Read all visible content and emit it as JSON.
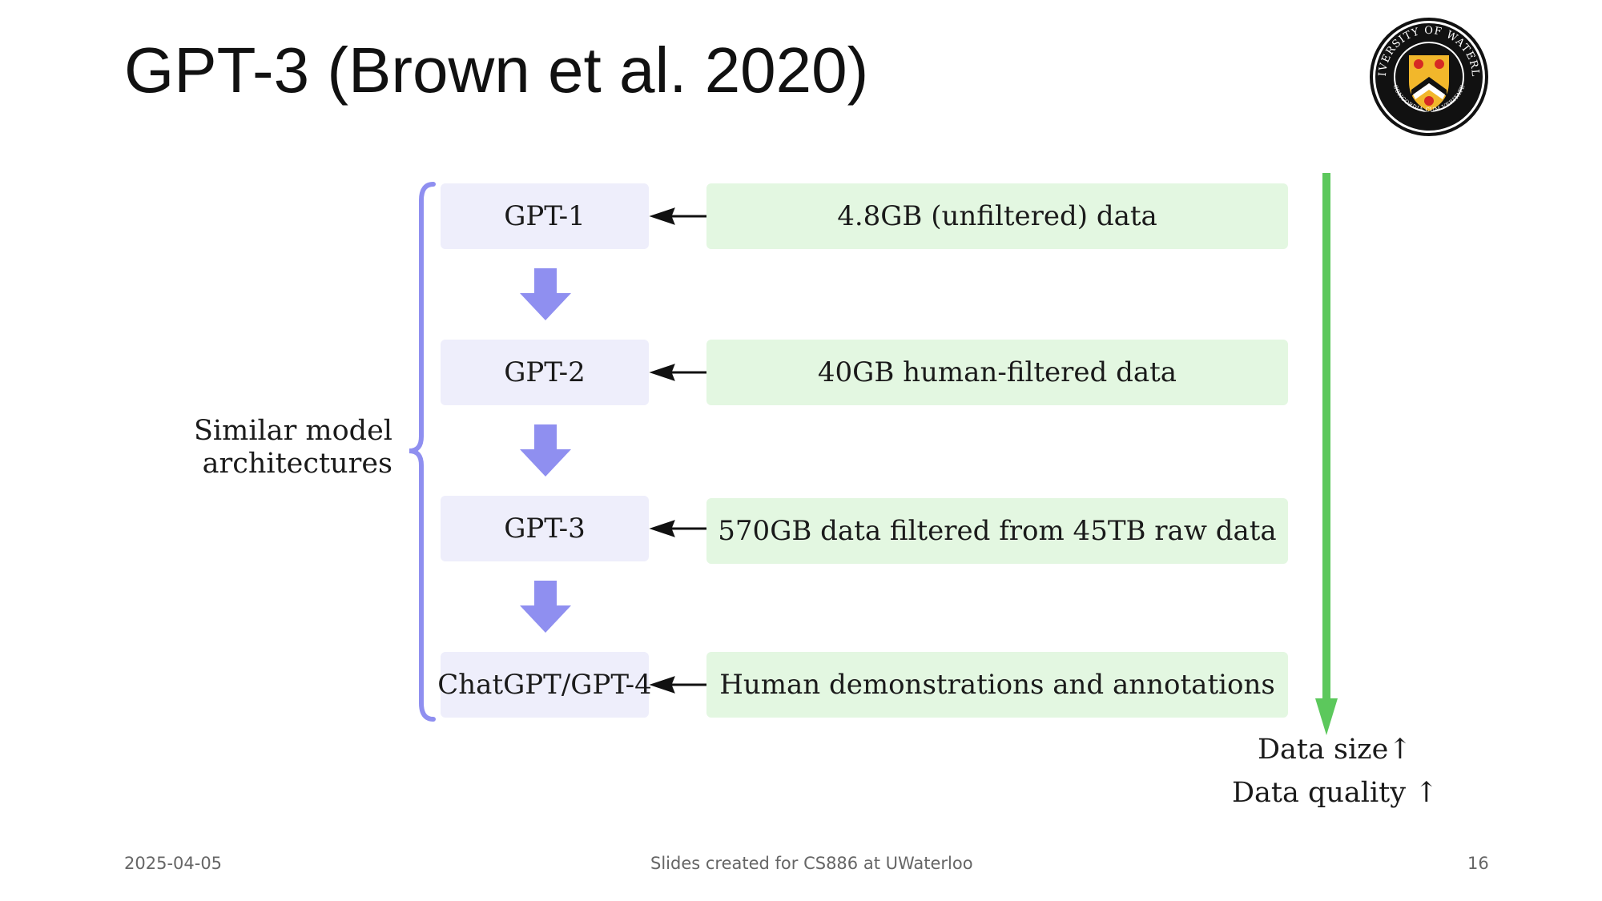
{
  "slide": {
    "title": "GPT-3 (Brown et al. 2020)",
    "models": [
      "GPT-1",
      "GPT-2",
      "GPT-3",
      "ChatGPT/GPT-4"
    ],
    "data": [
      "4.8GB (unfiltered) data",
      "40GB human-filtered data",
      "570GB data filtered from 45TB raw data",
      "Human demonstrations and annotations"
    ],
    "similar_label_line1": "Similar model",
    "similar_label_line2": "architectures",
    "data_size_label": "Data size",
    "data_quality_label": "Data quality",
    "up_arrow": "↑",
    "seal_alt": "University of Waterloo seal"
  },
  "footer": {
    "date": "2025-04-05",
    "center": "Slides created for CS886 at UWaterloo",
    "page": "16"
  },
  "colors": {
    "model_box": "#eeeefb",
    "data_box": "#e3f7e1",
    "purple": "#8f8ff0",
    "green": "#5cc85c",
    "seal_gold": "#f2b72b",
    "seal_red": "#d62a24"
  }
}
